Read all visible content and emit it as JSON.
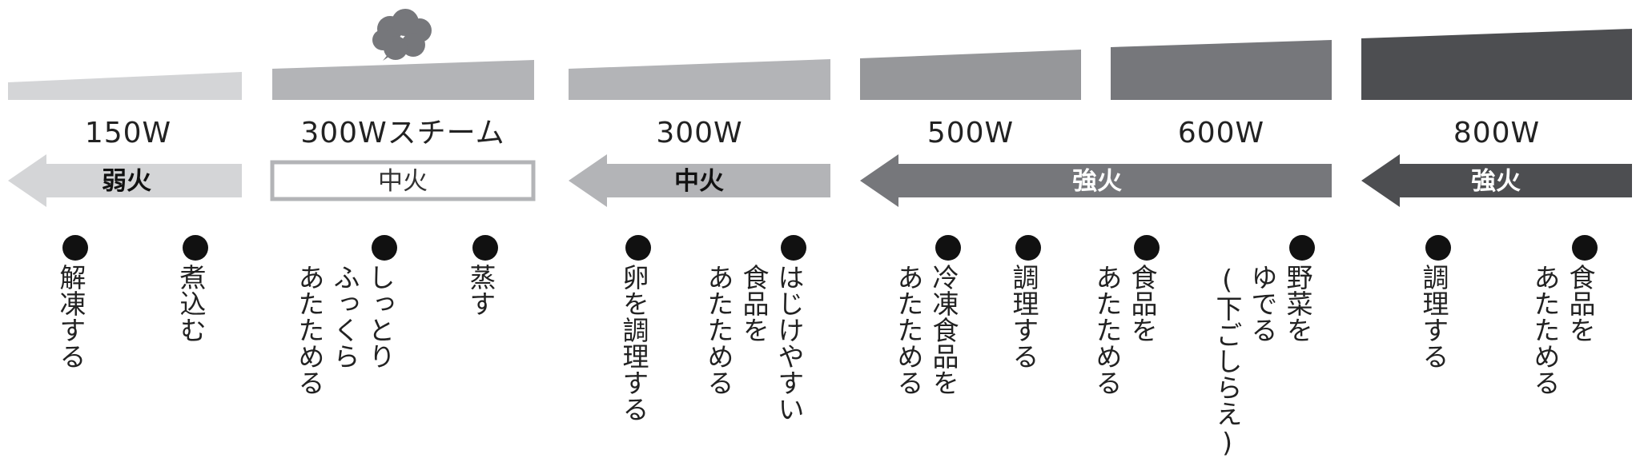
{
  "levels": [
    {
      "watt": "150W",
      "heat": "弱火",
      "uses": [
        "解凍する",
        "煮込む"
      ]
    },
    {
      "watt": "300Wスチーム",
      "heat": "中火",
      "uses": [
        "しっとり\nふっくら\nあたためる",
        "蒸す"
      ]
    },
    {
      "watt": "300W",
      "heat": "中火",
      "uses": [
        "卵を調理する",
        "はじけやすい\n食品を\nあたためる"
      ]
    },
    {
      "watt": "500W",
      "heat": "強火",
      "uses": [
        "冷凍食品を\nあたためる",
        "調理する"
      ]
    },
    {
      "watt": "600W",
      "uses": [
        "食品を\nあたためる",
        "野菜を\nゆでる\n(下ごしらえ)"
      ]
    },
    {
      "watt": "800W",
      "heat": "強火",
      "uses": [
        "調理する",
        "食品を\nあたためる"
      ]
    }
  ],
  "icons": {
    "steam": "steam-cloud-icon",
    "bullet": "bullet-dot-icon"
  },
  "colors": {
    "light": "#d4d5d7",
    "mid": "#b3b4b7",
    "dark": "#76777b",
    "darkest": "#4d4e51"
  }
}
